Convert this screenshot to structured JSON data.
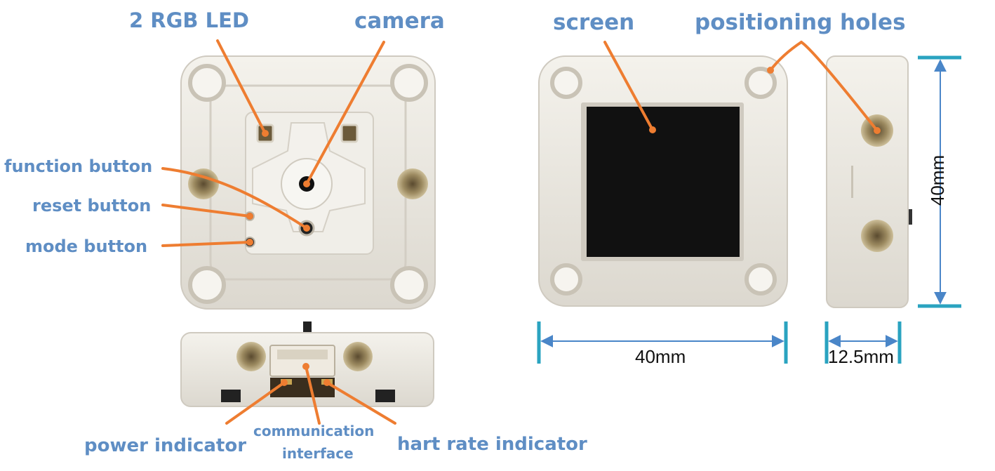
{
  "labels": {
    "rgb_led": "2 RGB LED",
    "camera": "camera",
    "function_button": "function button",
    "reset_button": "reset button",
    "mode_button": "mode button",
    "screen": "screen",
    "positioning_holes": "positioning holes",
    "power_indicator": "power indicator",
    "communication_interface_line1": "communication",
    "communication_interface_line2": "interface",
    "hart_rate_indicator": "hart rate indicator"
  },
  "dimensions": {
    "front_width": "40mm",
    "side_depth": "12.5mm",
    "height": "40mm"
  },
  "colors": {
    "label_text": "#5f8ec4",
    "leader_line": "#ee7d31",
    "dimension_line": "#4a86c8",
    "dimension_cap": "#2aa3c0",
    "module_body": "#ece9e2",
    "screen": "#111111"
  }
}
